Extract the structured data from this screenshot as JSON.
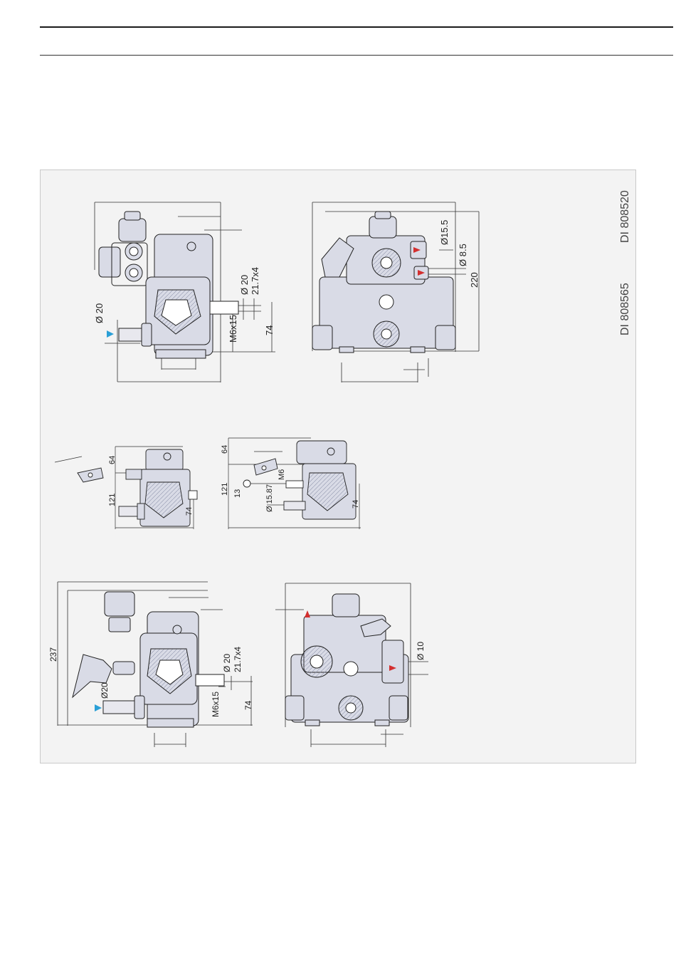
{
  "drawing_codes": [
    "DI 808520",
    "DI 808565"
  ],
  "view_top_left": {
    "dims": [
      "Ø 20",
      "M6x15",
      "Ø 20",
      "21.7x4",
      "74"
    ]
  },
  "view_top_right": {
    "dims": [
      "Ø15.5",
      "Ø 8.5",
      "220"
    ]
  },
  "view_mid_left": {
    "dims": [
      "64",
      "121",
      "74"
    ]
  },
  "view_mid_right": {
    "dims": [
      "64",
      "121",
      "13",
      "M6",
      "Ø 15.87",
      "74"
    ]
  },
  "view_bottom_left": {
    "dims": [
      "237",
      "Ø20",
      "M6x15",
      "Ø 20",
      "21.7x4",
      "74"
    ]
  },
  "view_bottom_right": {
    "dims": [
      "Ø 10"
    ]
  },
  "colors": {
    "inlet_arrow": "#2a9fd6",
    "outlet_arrow": "#d32f2f",
    "body_fill": "#d9dbe6",
    "line": "#222222"
  }
}
